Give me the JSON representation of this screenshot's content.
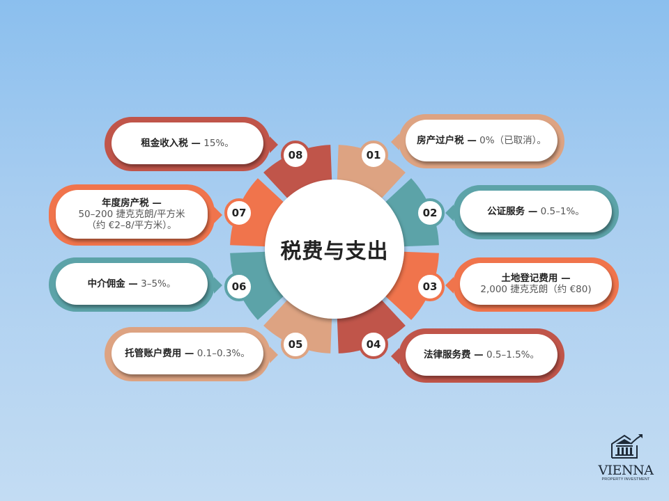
{
  "title": "税费与支出",
  "colors": {
    "peach": "#dda382",
    "teal": "#5ca3a8",
    "orange": "#f0744c",
    "red": "#c0554a",
    "background_top": "#8bbfee",
    "background_bottom": "#c3dcf3"
  },
  "items": [
    {
      "num": "01",
      "label": "房产过户税 —",
      "value": "0%（已取消）。",
      "color": "#dda382"
    },
    {
      "num": "02",
      "label": "公证服务 —",
      "value": "0.5–1%。",
      "color": "#5ca3a8"
    },
    {
      "num": "03",
      "label": "土地登记费用 —",
      "value": "2,000 捷克克朗（约 €80)",
      "color": "#f0744c"
    },
    {
      "num": "04",
      "label": "法律服务费 —",
      "value": "0.5–1.5%。",
      "color": "#c0554a"
    },
    {
      "num": "05",
      "label": "托管账户费用 —",
      "value": "0.1–0.3%。",
      "color": "#dda382"
    },
    {
      "num": "06",
      "label": "中介佣金 —",
      "value": "3–5%。",
      "color": "#5ca3a8"
    },
    {
      "num": "07",
      "label": "年度房产税 —",
      "value": "50–200 捷克克朗/平方米",
      "value2": "（约 €2–8/平方米）。",
      "color": "#f0744c"
    },
    {
      "num": "08",
      "label": "租金收入税 —",
      "value": "15%。",
      "color": "#c0554a"
    }
  ],
  "logo": {
    "name": "VIENNA",
    "subtitle": "PROPERTY INVESTMENT",
    "icon": "building-growth-icon"
  }
}
